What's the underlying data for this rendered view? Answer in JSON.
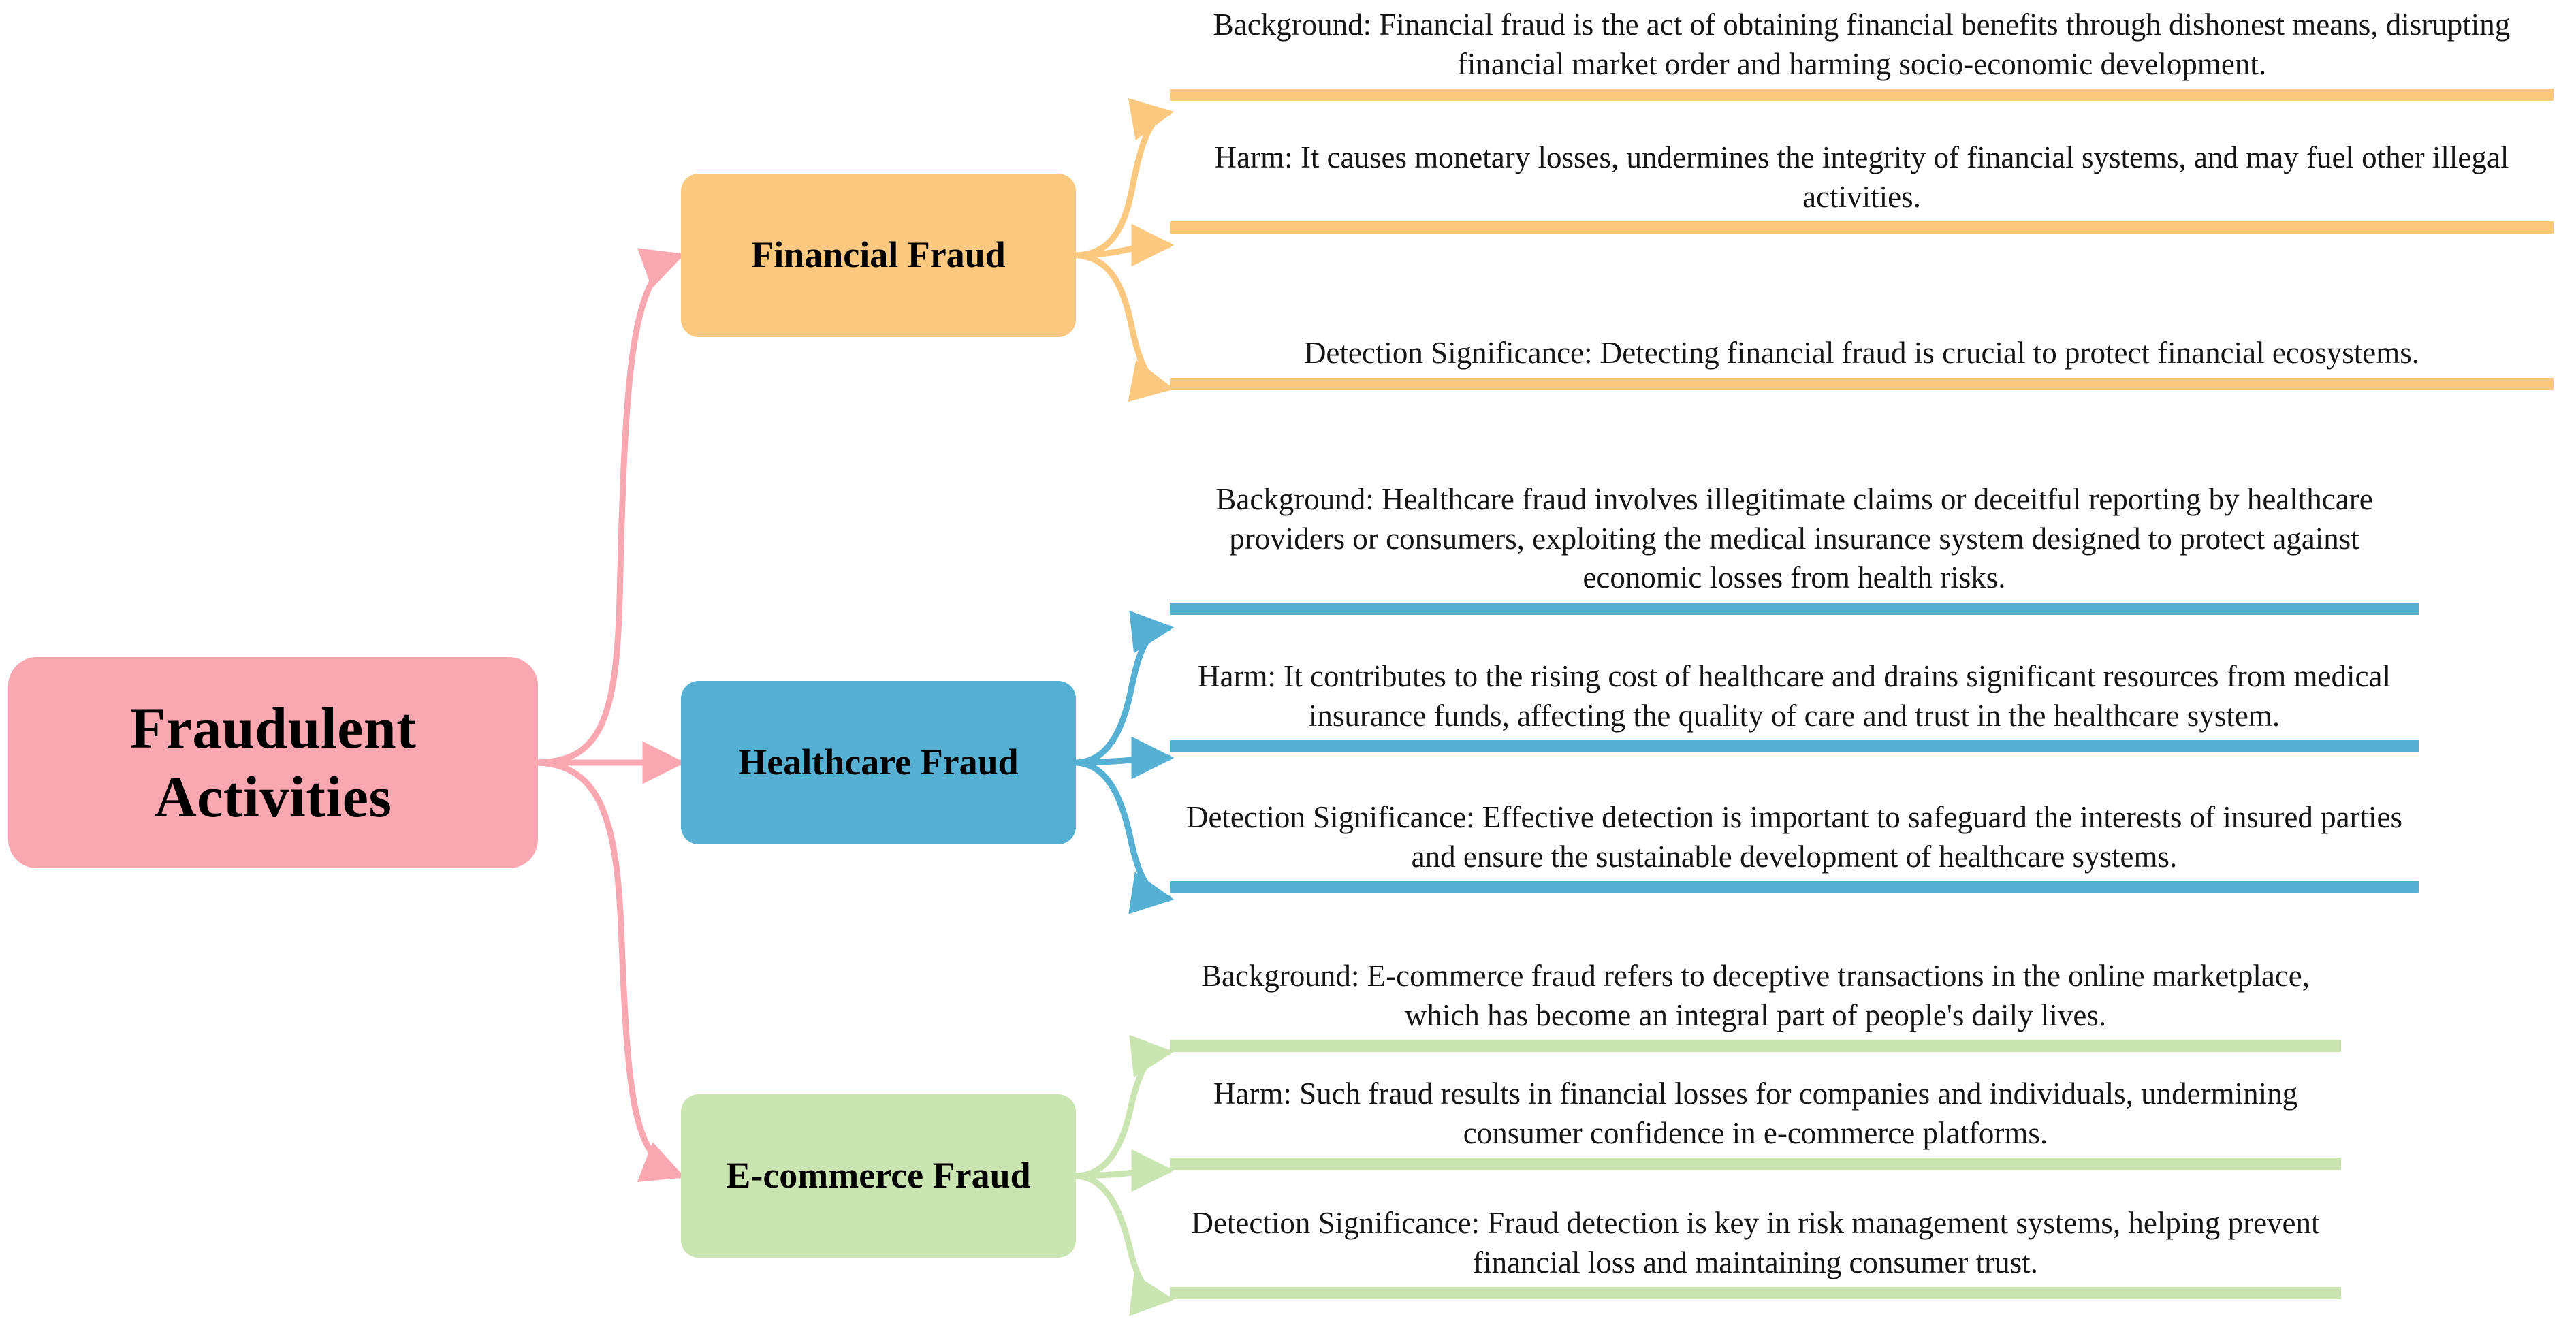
{
  "diagram": {
    "type": "mindmap",
    "root": {
      "label": "Fraudulent Activities",
      "color": "#F9A7B0"
    },
    "branches": [
      {
        "label": "Financial Fraud",
        "color": "#FBC87F",
        "leaves": [
          {
            "text": "Background: Financial fraud is the act of obtaining financial benefits through dishonest means, disrupting financial market order and harming socio-economic development."
          },
          {
            "text": "Harm: It causes monetary losses, undermines the integrity of financial systems, and may fuel other illegal activities."
          },
          {
            "text": "Detection Significance: Detecting financial fraud is crucial to protect financial ecosystems."
          }
        ]
      },
      {
        "label": "Healthcare Fraud",
        "color": "#55B0D4",
        "leaves": [
          {
            "text": "Background: Healthcare fraud involves illegitimate claims or deceitful reporting by healthcare providers or consumers, exploiting the medical insurance system designed to protect against economic losses from health risks."
          },
          {
            "text": "Harm: It contributes to the rising cost of healthcare and drains significant resources from medical insurance funds, affecting the quality of care and trust in the healthcare system."
          },
          {
            "text": "Detection Significance: Effective detection is important to safeguard the interests of insured parties and ensure the sustainable development of healthcare systems."
          }
        ]
      },
      {
        "label": "E-commerce Fraud",
        "color": "#CBE5B2",
        "leaves": [
          {
            "text": "Background: E-commerce fraud refers to deceptive transactions in the online marketplace, which has become an integral part of people's daily lives."
          },
          {
            "text": "Harm: Such fraud results in financial losses for companies and individuals, undermining consumer confidence in e-commerce platforms."
          },
          {
            "text": "Detection Significance: Fraud detection is key in risk management systems, helping prevent financial loss and maintaining consumer trust."
          }
        ]
      }
    ]
  }
}
